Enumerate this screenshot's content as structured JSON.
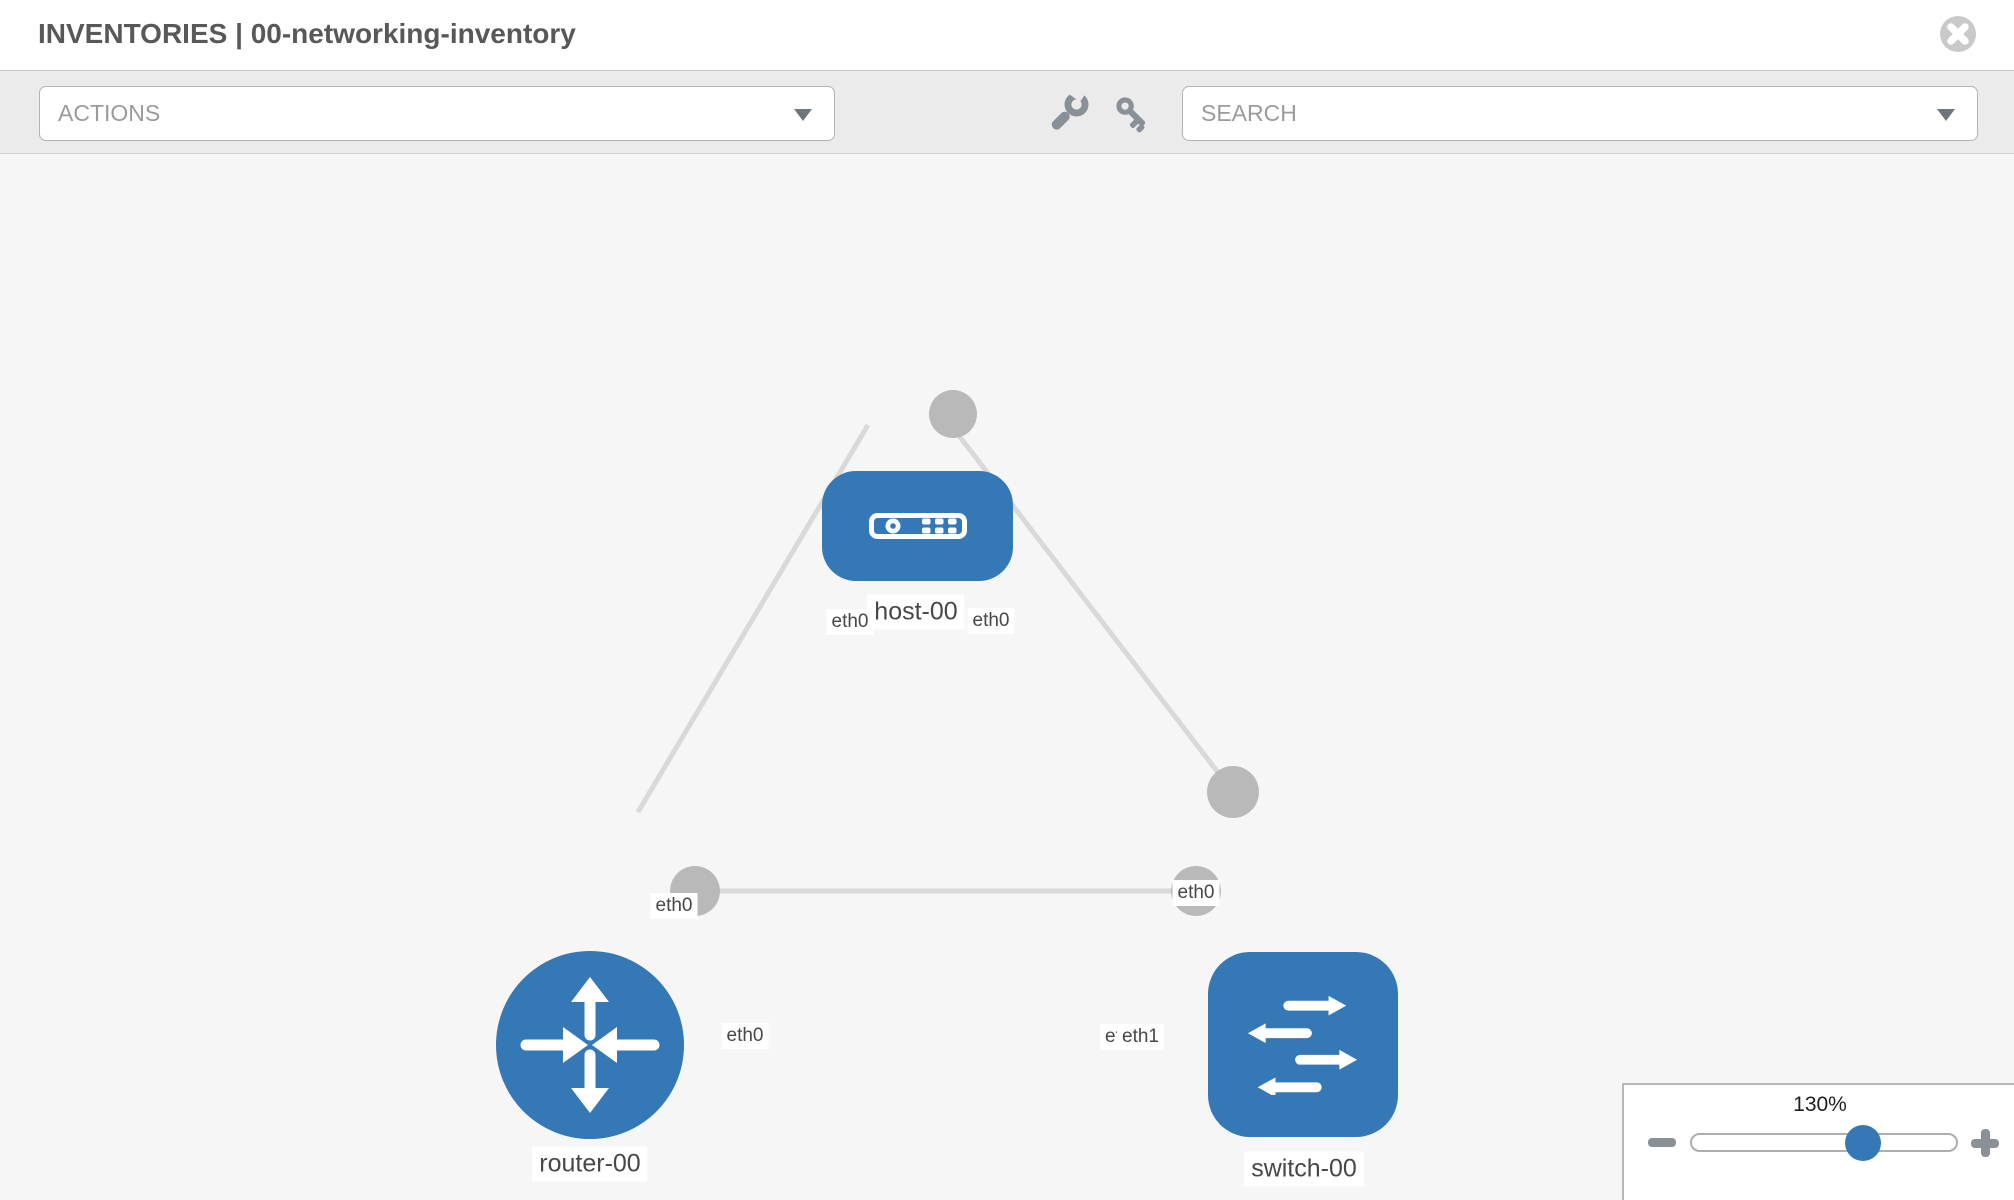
{
  "header": {
    "title": "INVENTORIES | 00-networking-inventory"
  },
  "toolbar": {
    "actions_label": "ACTIONS",
    "search_label": "SEARCH"
  },
  "topology": {
    "nodes": [
      {
        "label": "host-00",
        "type": "host"
      },
      {
        "label": "router-00",
        "type": "router"
      },
      {
        "label": "switch-00",
        "type": "switch"
      }
    ],
    "links": [
      {
        "from": "host-00",
        "from_interface": "eth0",
        "to": "router-00",
        "to_interface": "eth0"
      },
      {
        "from": "host-00",
        "from_interface": "eth0",
        "to": "switch-00",
        "to_interface": "eth0"
      },
      {
        "from": "router-00",
        "from_interface": "eth0",
        "to": "switch-00",
        "to_interface": "eth1",
        "to_interface_overlapped": "eth0"
      }
    ]
  },
  "zoom_control": {
    "level": "130%",
    "percent": 130
  },
  "icons": {
    "close": "close-icon",
    "wrench": "wrench-icon",
    "key": "key-icon",
    "actions_caret": "chevron-down-icon",
    "search_caret": "chevron-down-icon",
    "zoom_out": "minus-icon",
    "zoom_in": "plus-icon"
  },
  "colors": {
    "node_fill": "#3478b5",
    "link_stroke": "#d9d9d9",
    "interface_dot": "#b9b9b9",
    "slider_handle": "#3478b5",
    "toolbar_bg": "#ebebeb",
    "canvas_bg": "#f6f6f6"
  }
}
